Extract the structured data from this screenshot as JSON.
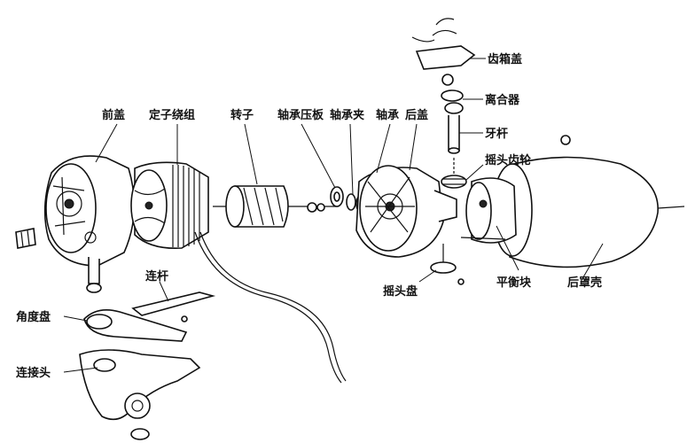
{
  "labels": {
    "front_cover": "前盖",
    "stator_winding": "定子绕组",
    "rotor": "转子",
    "bearing_plate": "轴承压板",
    "bearing_clip": "轴承夹",
    "bearing": "轴承",
    "rear_cover": "后盖",
    "gearbox_cover": "齿箱盖",
    "clutch": "离合器",
    "worm_shaft": "牙杆",
    "oscillating_gear": "摇头齿轮",
    "connecting_rod": "连杆",
    "angle_plate": "角度盘",
    "connector": "连接头",
    "oscillating_disc": "摇头盘",
    "balance_block": "平衡块",
    "rear_housing": "后罩壳"
  }
}
